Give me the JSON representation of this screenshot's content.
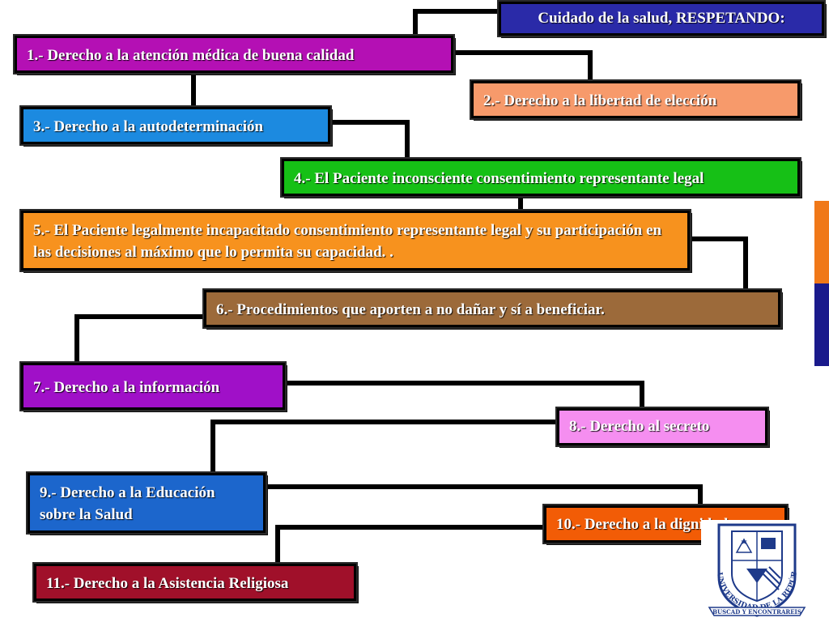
{
  "title": "Cuidado de la salud, RESPETANDO:",
  "items": [
    {
      "text": "1.- Derecho a la atención médica de buena calidad",
      "color": "#b410b4"
    },
    {
      "text": "2.- Derecho a la libertad de elección",
      "color": "#f79a6b"
    },
    {
      "text": "3.- Derecho a la autodeterminación",
      "color": "#1c8ae0"
    },
    {
      "text": "4.- El Paciente inconsciente consentimiento representante legal",
      "color": "#16c016"
    },
    {
      "text": "5.- El Paciente legalmente incapacitado consentimiento representante legal y su participación en las decisiones al máximo que lo permita su capacidad. .",
      "color": "#f7921e"
    },
    {
      "text": "6.- Procedimientos que aporten a  no dañar y sí a beneficiar.",
      "color": "#9c6a3a"
    },
    {
      "text": "7.- Derecho a la información",
      "color": "#a010c8"
    },
    {
      "text": "8.- Derecho al secreto",
      "color": "#f58ef0"
    },
    {
      "text": "9.- Derecho a la Educación sobre la Salud",
      "color": "#1c66cc"
    },
    {
      "text": "10.- Derecho a la dignidad",
      "color": "#f25c06"
    },
    {
      "text": "11.- Derecho a la Asistencia Religiosa",
      "color": "#a0102a"
    }
  ],
  "logo": {
    "text": "UNIVERSIDAD DE LA REPÚBLICA",
    "motto": "BUSCAD Y ENCONTRAREIS"
  },
  "colors": {
    "title_bg": "#2a2aa8",
    "stripe_top": "#f07818",
    "stripe_bottom": "#1a1a8c"
  }
}
